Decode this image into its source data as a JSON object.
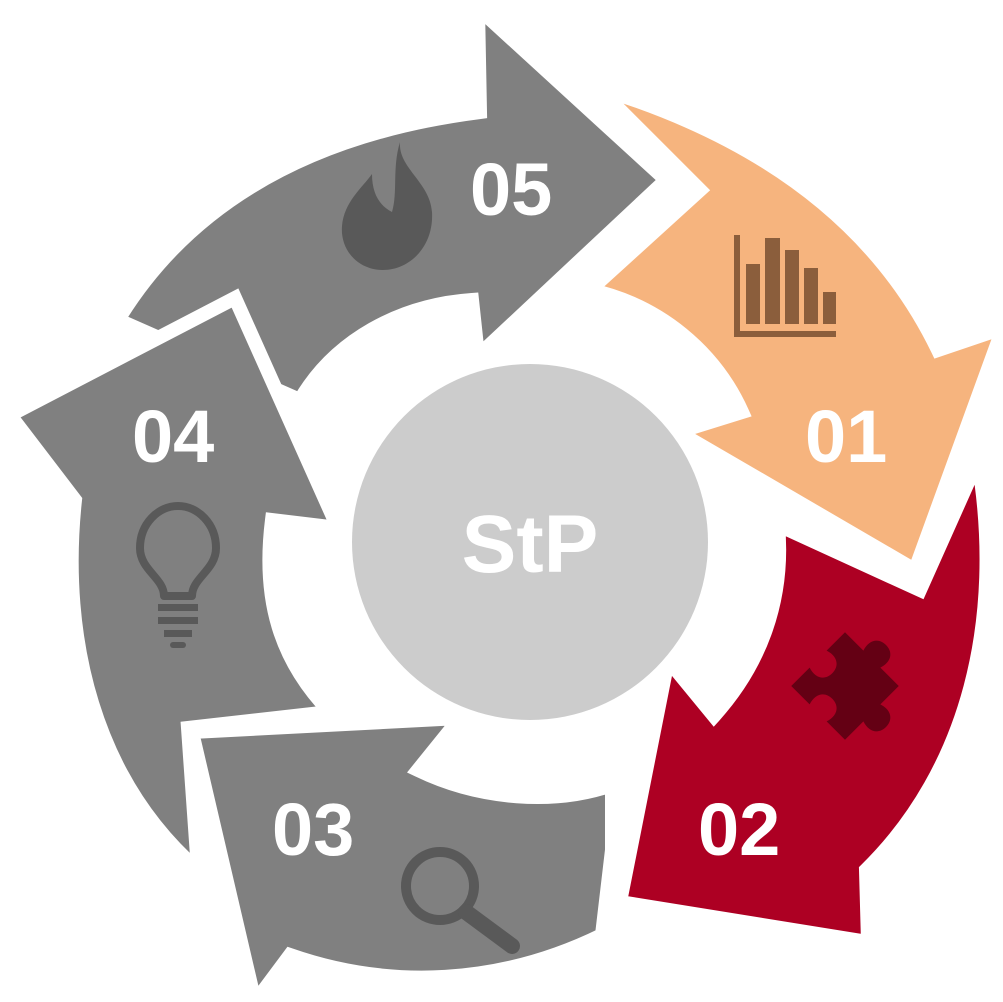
{
  "center": {
    "label": "StP",
    "color": "#cccccc"
  },
  "segments": [
    {
      "id": "05",
      "label": "05",
      "color": "#808080",
      "icon": "flame-icon",
      "icon_color": "#595959"
    },
    {
      "id": "01",
      "label": "01",
      "color": "#f6b47e",
      "icon": "bar-chart-icon",
      "icon_color": "#8b5e3c"
    },
    {
      "id": "02",
      "label": "02",
      "color": "#ad0023",
      "icon": "puzzle-piece-icon",
      "icon_color": "#640014"
    },
    {
      "id": "03",
      "label": "03",
      "color": "#808080",
      "icon": "magnifier-icon",
      "icon_color": "#595959"
    },
    {
      "id": "04",
      "label": "04",
      "color": "#808080",
      "icon": "lightbulb-icon",
      "icon_color": "#595959"
    }
  ]
}
